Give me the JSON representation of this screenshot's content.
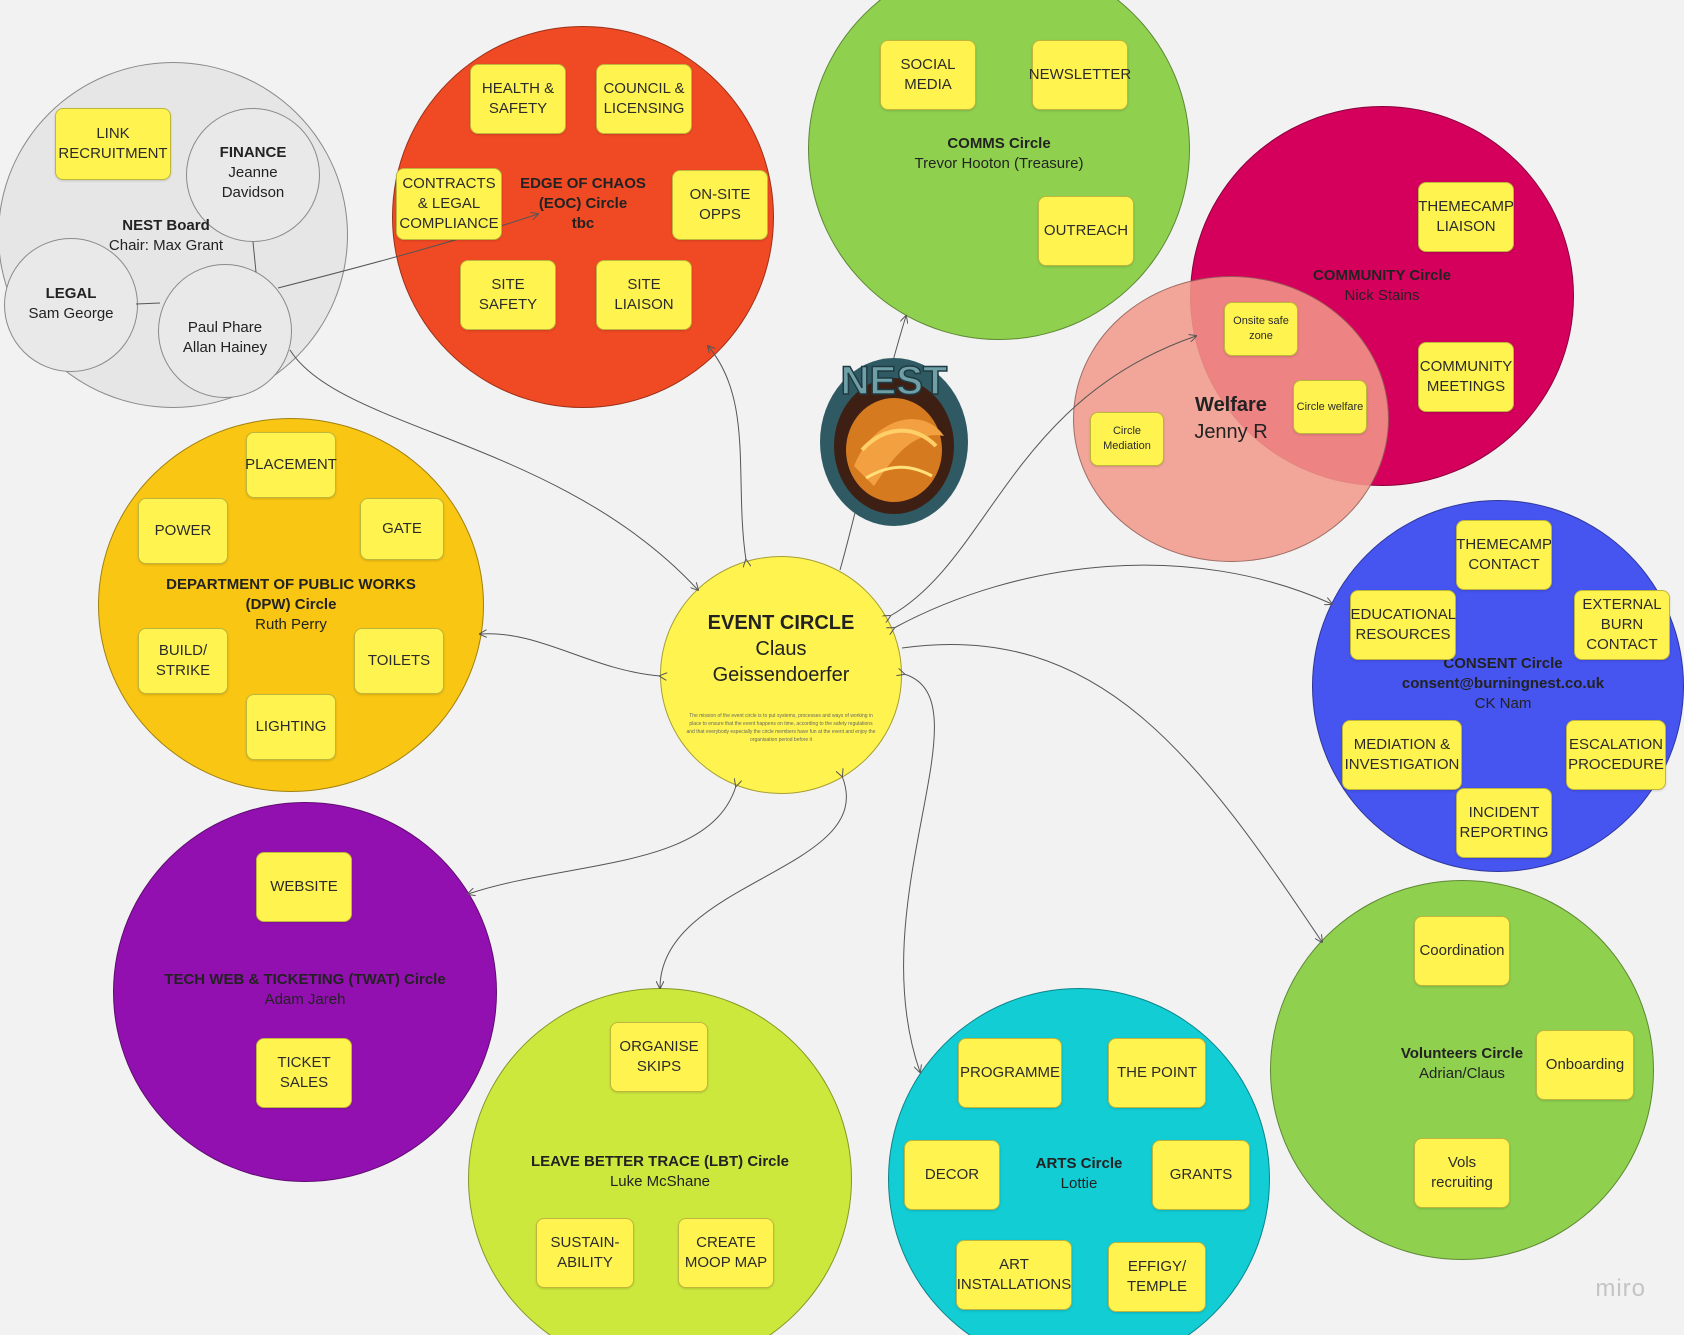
{
  "colors": {
    "background": "#f2f2f2",
    "note": "#fff44f",
    "eoc": "#f04a24",
    "comms": "#8fd14f",
    "community": "#d4005c",
    "welfare": "#f2998a",
    "consent": "#4654f0",
    "dpw": "#f9c614",
    "event": "#fff44f",
    "twat": "#9310b0",
    "lbt": "#cde83d",
    "arts": "#12cdd4",
    "volunteers": "#8fd14f",
    "board": "#e6e6e6"
  },
  "circles": {
    "board": {
      "title": "NEST Board",
      "subtitle": "Chair: Max Grant"
    },
    "finance": {
      "title": "FINANCE",
      "subtitle": "Jeanne Davidson"
    },
    "legal": {
      "title": "LEGAL",
      "subtitle": "Sam George"
    },
    "people": {
      "subtitle": "Paul Phare Allan Hainey"
    },
    "eoc": {
      "title": "EDGE OF CHAOS (EOC) Circle",
      "subtitle": "tbc"
    },
    "comms": {
      "title": "COMMS Circle",
      "subtitle": "Trevor Hooton (Treasure)"
    },
    "community": {
      "title": "COMMUNITY Circle",
      "subtitle": "Nick Stains"
    },
    "welfare": {
      "title": "Welfare",
      "subtitle": "Jenny R"
    },
    "consent": {
      "title": "CONSENT Circle",
      "email": "consent@burningnest.co.uk",
      "subtitle": "CK Nam"
    },
    "dpw": {
      "title": "DEPARTMENT OF PUBLIC WORKS (DPW) Circle",
      "subtitle": "Ruth Perry"
    },
    "event": {
      "title": "EVENT CIRCLE",
      "subtitle": "Claus Geissendoerfer",
      "mission": "The mission of the event circle is to put systems, processes and ways of working in place to ensure that the event happens on time, according to the safety regulations and that everybody especially the circle members have fun at the event and enjoy the organisation period before it"
    },
    "twat": {
      "title": "TECH WEB & TICKETING (TWAT) Circle",
      "subtitle": "Adam Jareh"
    },
    "lbt": {
      "title": "LEAVE BETTER TRACE (LBT) Circle",
      "subtitle": "Luke McShane"
    },
    "arts": {
      "title": "ARTS Circle",
      "subtitle": "Lottie"
    },
    "volunteers": {
      "title": "Volunteers Circle",
      "subtitle": "Adrian/Claus"
    }
  },
  "notes": {
    "link_recruitment": "LINK RECRUITMENT",
    "health_safety": "HEALTH & SAFETY",
    "council_licensing": "COUNCIL & LICENSING",
    "contracts_legal": "CONTRACTS & LEGAL COMPLIANCE",
    "onsite_opps": "ON-SITE OPPS",
    "site_safety": "SITE SAFETY",
    "site_liaison": "SITE LIAISON",
    "social_media": "SOCIAL MEDIA",
    "newsletter": "NEWSLETTER",
    "outreach": "OUTREACH",
    "themecamp_liaison": "THEMECAMP LIAISON",
    "community_meetings": "COMMUNITY MEETINGS",
    "onsite_safe_zone": "Onsite safe zone",
    "circle_welfare": "Circle welfare",
    "circle_mediation": "Circle Mediation",
    "themecamp_contact": "THEMECAMP CONTACT",
    "educational_resources": "EDUCATIONAL RESOURCES",
    "external_burn_contact": "EXTERNAL BURN CONTACT",
    "mediation_investigation": "MEDIATION & INVESTIGATION",
    "escalation_procedure": "ESCALATION PROCEDURE",
    "incident_reporting": "INCIDENT REPORTING",
    "placement": "PLACEMENT",
    "power": "POWER",
    "gate": "GATE",
    "build_strike": "BUILD/ STRIKE",
    "toilets": "TOILETS",
    "lighting": "LIGHTING",
    "website": "WEBSITE",
    "ticket_sales": "TICKET SALES",
    "organise_skips": "ORGANISE SKIPS",
    "sustainability": "SUSTAIN-ABILITY",
    "create_moop_map": "CREATE MOOP MAP",
    "programme": "PROGRAMME",
    "the_point": "THE POINT",
    "decor": "DECOR",
    "grants": "GRANTS",
    "art_installations": "ART INSTALLATIONS",
    "effigy_temple": "EFFIGY/ TEMPLE",
    "coordination": "Coordination",
    "onboarding": "Onboarding",
    "vols_recruiting": "Vols recruiting"
  },
  "logo": {
    "text": "NEST"
  },
  "watermark": "miro"
}
